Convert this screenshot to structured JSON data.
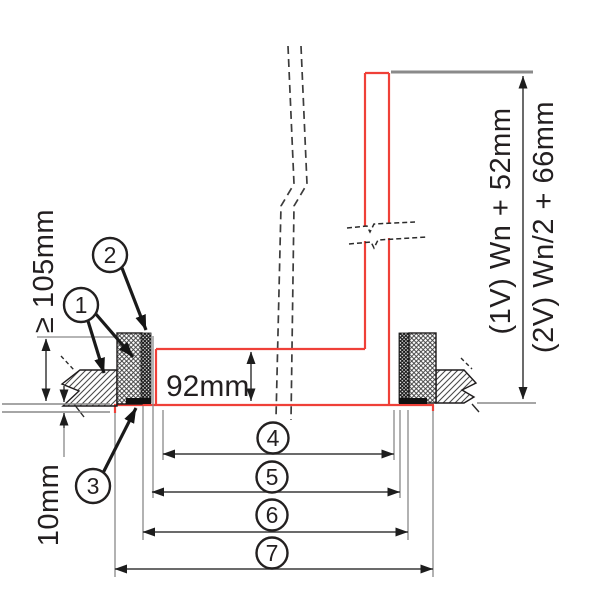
{
  "diagram": {
    "kind": "window-sill-installation-section-detail",
    "colors": {
      "red": "#ef4038",
      "line": "#231f20",
      "gray": "#898989"
    },
    "labels": {
      "min_height": "≥ 105mm",
      "sill_height": "92mm",
      "joint_width": "10mm",
      "height_variant_1": "(1V) Wn + 52mm",
      "height_variant_2": "(2V) Wn/2 + 66mm"
    },
    "callouts": {
      "n1": "1",
      "n2": "2",
      "n3": "3",
      "n4": "4",
      "n5": "5",
      "n6": "6",
      "n7": "7"
    }
  }
}
